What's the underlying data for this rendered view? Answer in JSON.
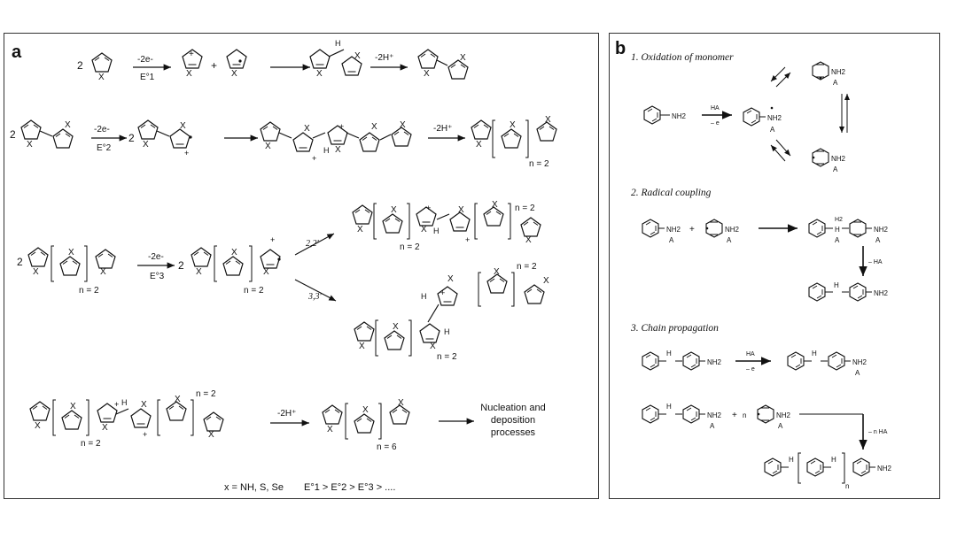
{
  "panel_a": {
    "letter": "a",
    "x_label": "X",
    "coeff_2": "2",
    "plus": "+",
    "h_label": "H",
    "minus2e": "-2e-",
    "e1": "E°1",
    "e2": "E°2",
    "e3": "E°3",
    "minus2h": "-2H⁺",
    "n2": "n = 2",
    "n6": "n = 6",
    "path_22": "2,2'",
    "path_33": "3,3'",
    "nucleation": [
      "Nucleation and",
      "deposition",
      "processes"
    ],
    "footer_x": "x = NH, S, Se",
    "footer_e": "E°1 > E°2 > E°3 > ...."
  },
  "panel_b": {
    "letter": "b",
    "step1": "1. Oxidation of monomer",
    "step2": "2. Radical coupling",
    "step3": "3. Chain propagation",
    "nh2": "NH2",
    "nh2_cation": "NH2",
    "h2_plus": "H2",
    "anion": "A",
    "ha": "HA",
    "minus_e": "– e",
    "minus_ha": "– HA",
    "minus_nha": "– n HA",
    "n_coeff": "n",
    "n_sub": "n",
    "nh": "H"
  },
  "colors": {
    "ink": "#111111",
    "border": "#333333"
  }
}
